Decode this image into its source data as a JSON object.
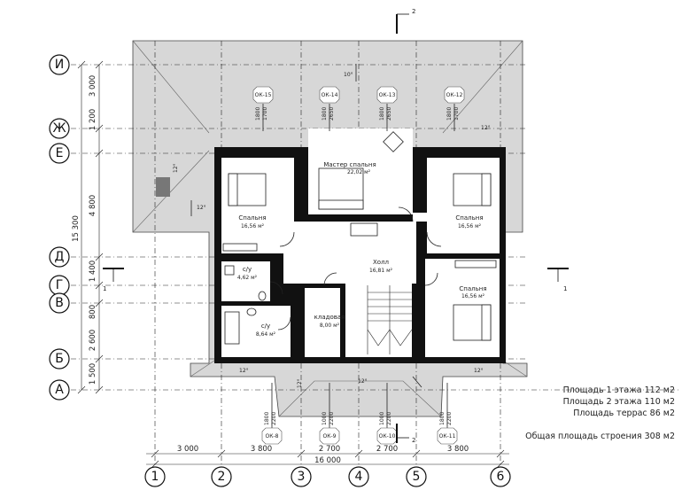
{
  "section_marks": [
    {
      "id": "section-2-top",
      "label": "2"
    },
    {
      "id": "section-2-bottom",
      "label": "2"
    },
    {
      "id": "section-1-left",
      "label": "1"
    },
    {
      "id": "section-1-right",
      "label": "1"
    }
  ],
  "axes_rows": [
    "И",
    "Ж",
    "Е",
    "Д",
    "Г",
    "В",
    "Б",
    "А"
  ],
  "axes_cols": [
    "1",
    "2",
    "3",
    "4",
    "5",
    "6"
  ],
  "row_dims": [
    "3 000",
    "1 200",
    "4 800",
    "1 400",
    "800",
    "2 600",
    "1 500"
  ],
  "row_total": "15 300",
  "col_dims": [
    "3 000",
    "3 800",
    "2 700",
    "2 700",
    "3 800"
  ],
  "col_total": "16 000",
  "rooms": [
    {
      "id": "master",
      "name": "Мастер спальня",
      "area": "22,02 м²"
    },
    {
      "id": "bed-left",
      "name": "Спальня",
      "area": "16,56 м²"
    },
    {
      "id": "bed-right",
      "name": "Спальня",
      "area": "16,56 м²"
    },
    {
      "id": "bed-se",
      "name": "Спальня",
      "area": "16,56 м²"
    },
    {
      "id": "hall",
      "name": "Холл",
      "area": "16,81 м²"
    },
    {
      "id": "wc1",
      "name": "с/у",
      "area": "4,62 м²"
    },
    {
      "id": "wc2",
      "name": "с/у",
      "area": "8,64 м²"
    },
    {
      "id": "storage",
      "name": "кладовая",
      "area": "8,00 м²"
    }
  ],
  "windows_top": [
    {
      "tag": "ОК-15",
      "w": "1800",
      "h": "1700"
    },
    {
      "tag": "ОК-14",
      "w": "1800",
      "h": "2650"
    },
    {
      "tag": "ОК-13",
      "w": "1800",
      "h": "2650"
    },
    {
      "tag": "ОК-12",
      "w": "1800",
      "h": "1700"
    }
  ],
  "windows_bottom": [
    {
      "tag": "ОК-8",
      "w": "1800",
      "h": "2200"
    },
    {
      "tag": "ОК-9",
      "w": "1000",
      "h": "2200"
    },
    {
      "tag": "ОК-10",
      "w": "1000",
      "h": "2200"
    },
    {
      "tag": "ОК-11",
      "w": "1800",
      "h": "2200"
    }
  ],
  "slopes": [
    "10°",
    "12°",
    "12°",
    "12°",
    "12°",
    "12°",
    "12°",
    "12°"
  ],
  "areas": [
    "Площадь 1 этажа  112 м2",
    "Площадь 2 этажа 110 м2",
    "Площадь  террас 86 м2",
    "Общая площадь строения 308 м2"
  ]
}
